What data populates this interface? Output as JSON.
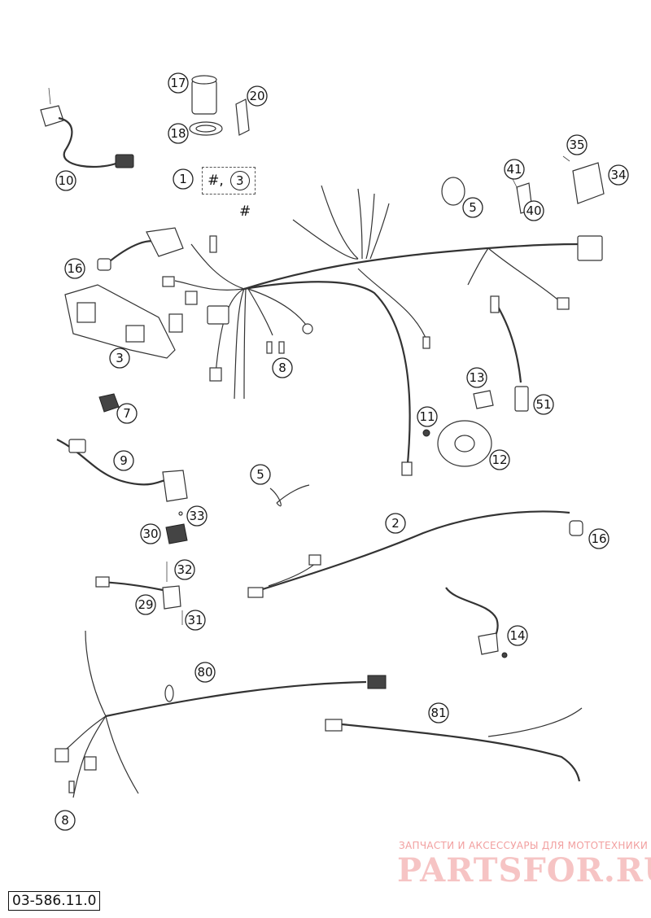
{
  "reference_code": "03-586.11.0",
  "watermark": {
    "text": "ЗАПЧАСТИ И АКСЕССУАРЫ ДЛЯ МОТОТЕХНИКИ",
    "logo": "PARTSFOR.RU"
  },
  "main_harness_label": "#",
  "kit_box": {
    "first": "#,",
    "second": "3"
  },
  "callouts": [
    "1",
    "2",
    "3",
    "5",
    "5",
    "7",
    "8",
    "8",
    "9",
    "10",
    "11",
    "12",
    "13",
    "14",
    "16",
    "16",
    "17",
    "18",
    "20",
    "29",
    "30",
    "31",
    "32",
    "33",
    "34",
    "35",
    "40",
    "41",
    "51",
    "80",
    "81"
  ]
}
